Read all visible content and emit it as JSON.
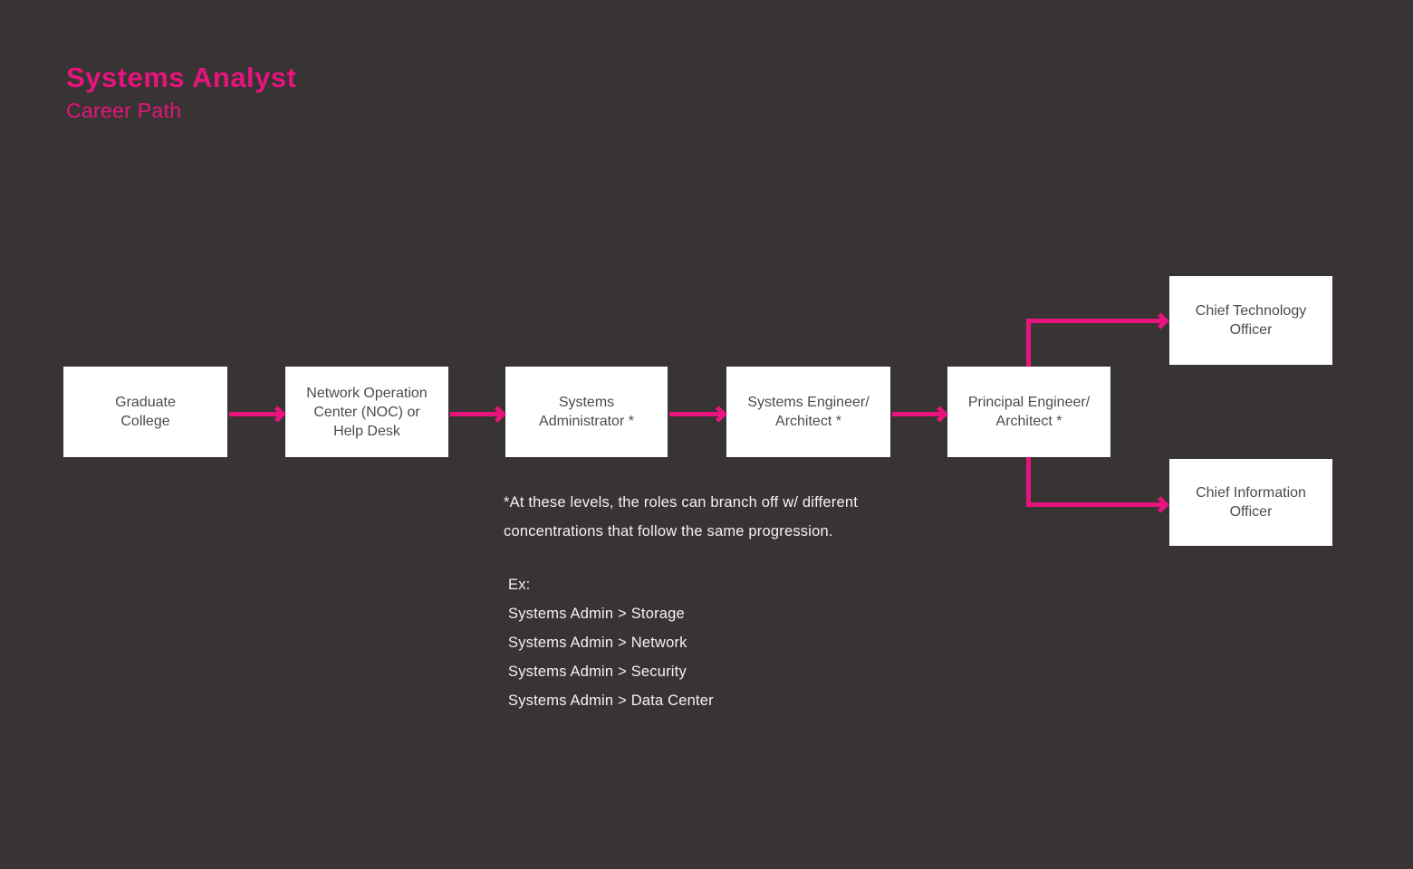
{
  "colors": {
    "background": "#373433",
    "accent_pink": "#E8137D",
    "node_bg": "#FFFFFF",
    "node_text": "#4D4B49",
    "note_text": "#F4F3F2"
  },
  "header": {
    "title": "Systems Analyst",
    "subtitle": "Career Path"
  },
  "flow": {
    "nodes": [
      {
        "id": "graduate-college",
        "label": "Graduate\nCollege"
      },
      {
        "id": "noc-help-desk",
        "label": "Network Operation\nCenter (NOC) or\nHelp Desk"
      },
      {
        "id": "systems-administrator",
        "label": "Systems\nAdministrator *"
      },
      {
        "id": "systems-engineer-architect",
        "label": "Systems Engineer/\nArchitect *"
      },
      {
        "id": "principal-engineer-architect",
        "label": "Principal Engineer/\nArchitect *"
      },
      {
        "id": "chief-technology-officer",
        "label": "Chief Technology\nOfficer"
      },
      {
        "id": "chief-information-officer",
        "label": "Chief Information\nOfficer"
      }
    ]
  },
  "note": {
    "line1": "*At these levels, the roles can branch off w/ different",
    "line2": "concentrations that follow the same progression.",
    "examples_heading": "Ex:",
    "examples": [
      "Systems Admin > Storage",
      "Systems Admin > Network",
      "Systems Admin > Security",
      "Systems Admin > Data Center"
    ]
  }
}
